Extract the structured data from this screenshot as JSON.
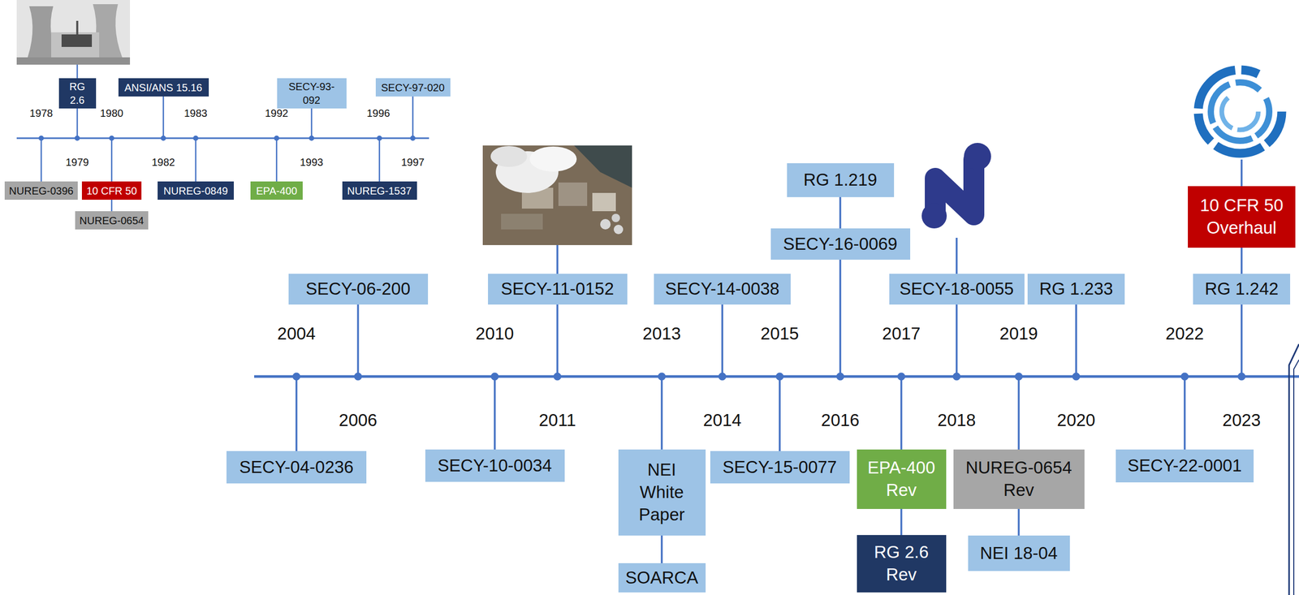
{
  "diagram": {
    "nodes": [
      {
        "text": [
          "RG 2.6"
        ]
      },
      {
        "text": [
          "ANSI/ANS 15.16"
        ]
      },
      {
        "text": [
          "SECY-93-092"
        ]
      },
      {
        "text": [
          "SECY-97-020"
        ]
      },
      {
        "text": [
          "NUREG-0396"
        ]
      },
      {
        "text": [
          "10 CFR 50"
        ]
      },
      {
        "text": [
          "NUREG-0654"
        ]
      },
      {
        "text": [
          "NUREG-0849"
        ]
      },
      {
        "text": [
          "EPA-400"
        ]
      },
      {
        "text": [
          "NUREG-1537"
        ]
      },
      {
        "text": [
          "SECY-06-200"
        ]
      },
      {
        "text": [
          "SECY-11-0152"
        ]
      },
      {
        "text": [
          "SECY-14-0038"
        ]
      },
      {
        "text": [
          "RG 1.219"
        ]
      },
      {
        "text": [
          "SECY-16-0069"
        ]
      },
      {
        "text": [
          "SECY-18-0055"
        ]
      },
      {
        "text": [
          "RG 1.233"
        ]
      },
      {
        "text": [
          "10 CFR 50 Overhaul"
        ]
      },
      {
        "text": [
          "RG 1.242"
        ]
      },
      {
        "text": [
          "SECY-04-0236"
        ]
      },
      {
        "text": [
          "SECY-10-0034"
        ]
      },
      {
        "text": [
          "NEI White Paper"
        ]
      },
      {
        "text": [
          "SOARCA"
        ]
      },
      {
        "text": [
          "SECY-15-0077"
        ]
      },
      {
        "text": [
          "EPA-400 Rev"
        ]
      },
      {
        "text": [
          "RG 2.6 Rev"
        ]
      },
      {
        "text": [
          "NUREG-0654 Rev"
        ]
      },
      {
        "text": [
          "NEI 18-04"
        ]
      },
      {
        "text": [
          "SECY-22-0001"
        ]
      }
    ],
    "edges": [
      {
        "from": 5,
        "to": 6,
        "arrow": "none"
      },
      {
        "from": 13,
        "to": 14,
        "arrow": "none"
      },
      {
        "from": 17,
        "to": 18,
        "arrow": "none"
      },
      {
        "from": 21,
        "to": 22,
        "arrow": "none"
      },
      {
        "from": 24,
        "to": 25,
        "arrow": "none"
      },
      {
        "from": 26,
        "to": 27,
        "arrow": "none"
      }
    ],
    "labels": [
      "1978",
      "1979",
      "1980",
      "1982",
      "1983",
      "1992",
      "1993",
      "1996",
      "1997",
      "2004",
      "2006",
      "2010",
      "2011",
      "2013",
      "2014",
      "2015",
      "2016",
      "2017",
      "2018",
      "2019",
      "2020",
      "2022",
      "2023"
    ]
  }
}
